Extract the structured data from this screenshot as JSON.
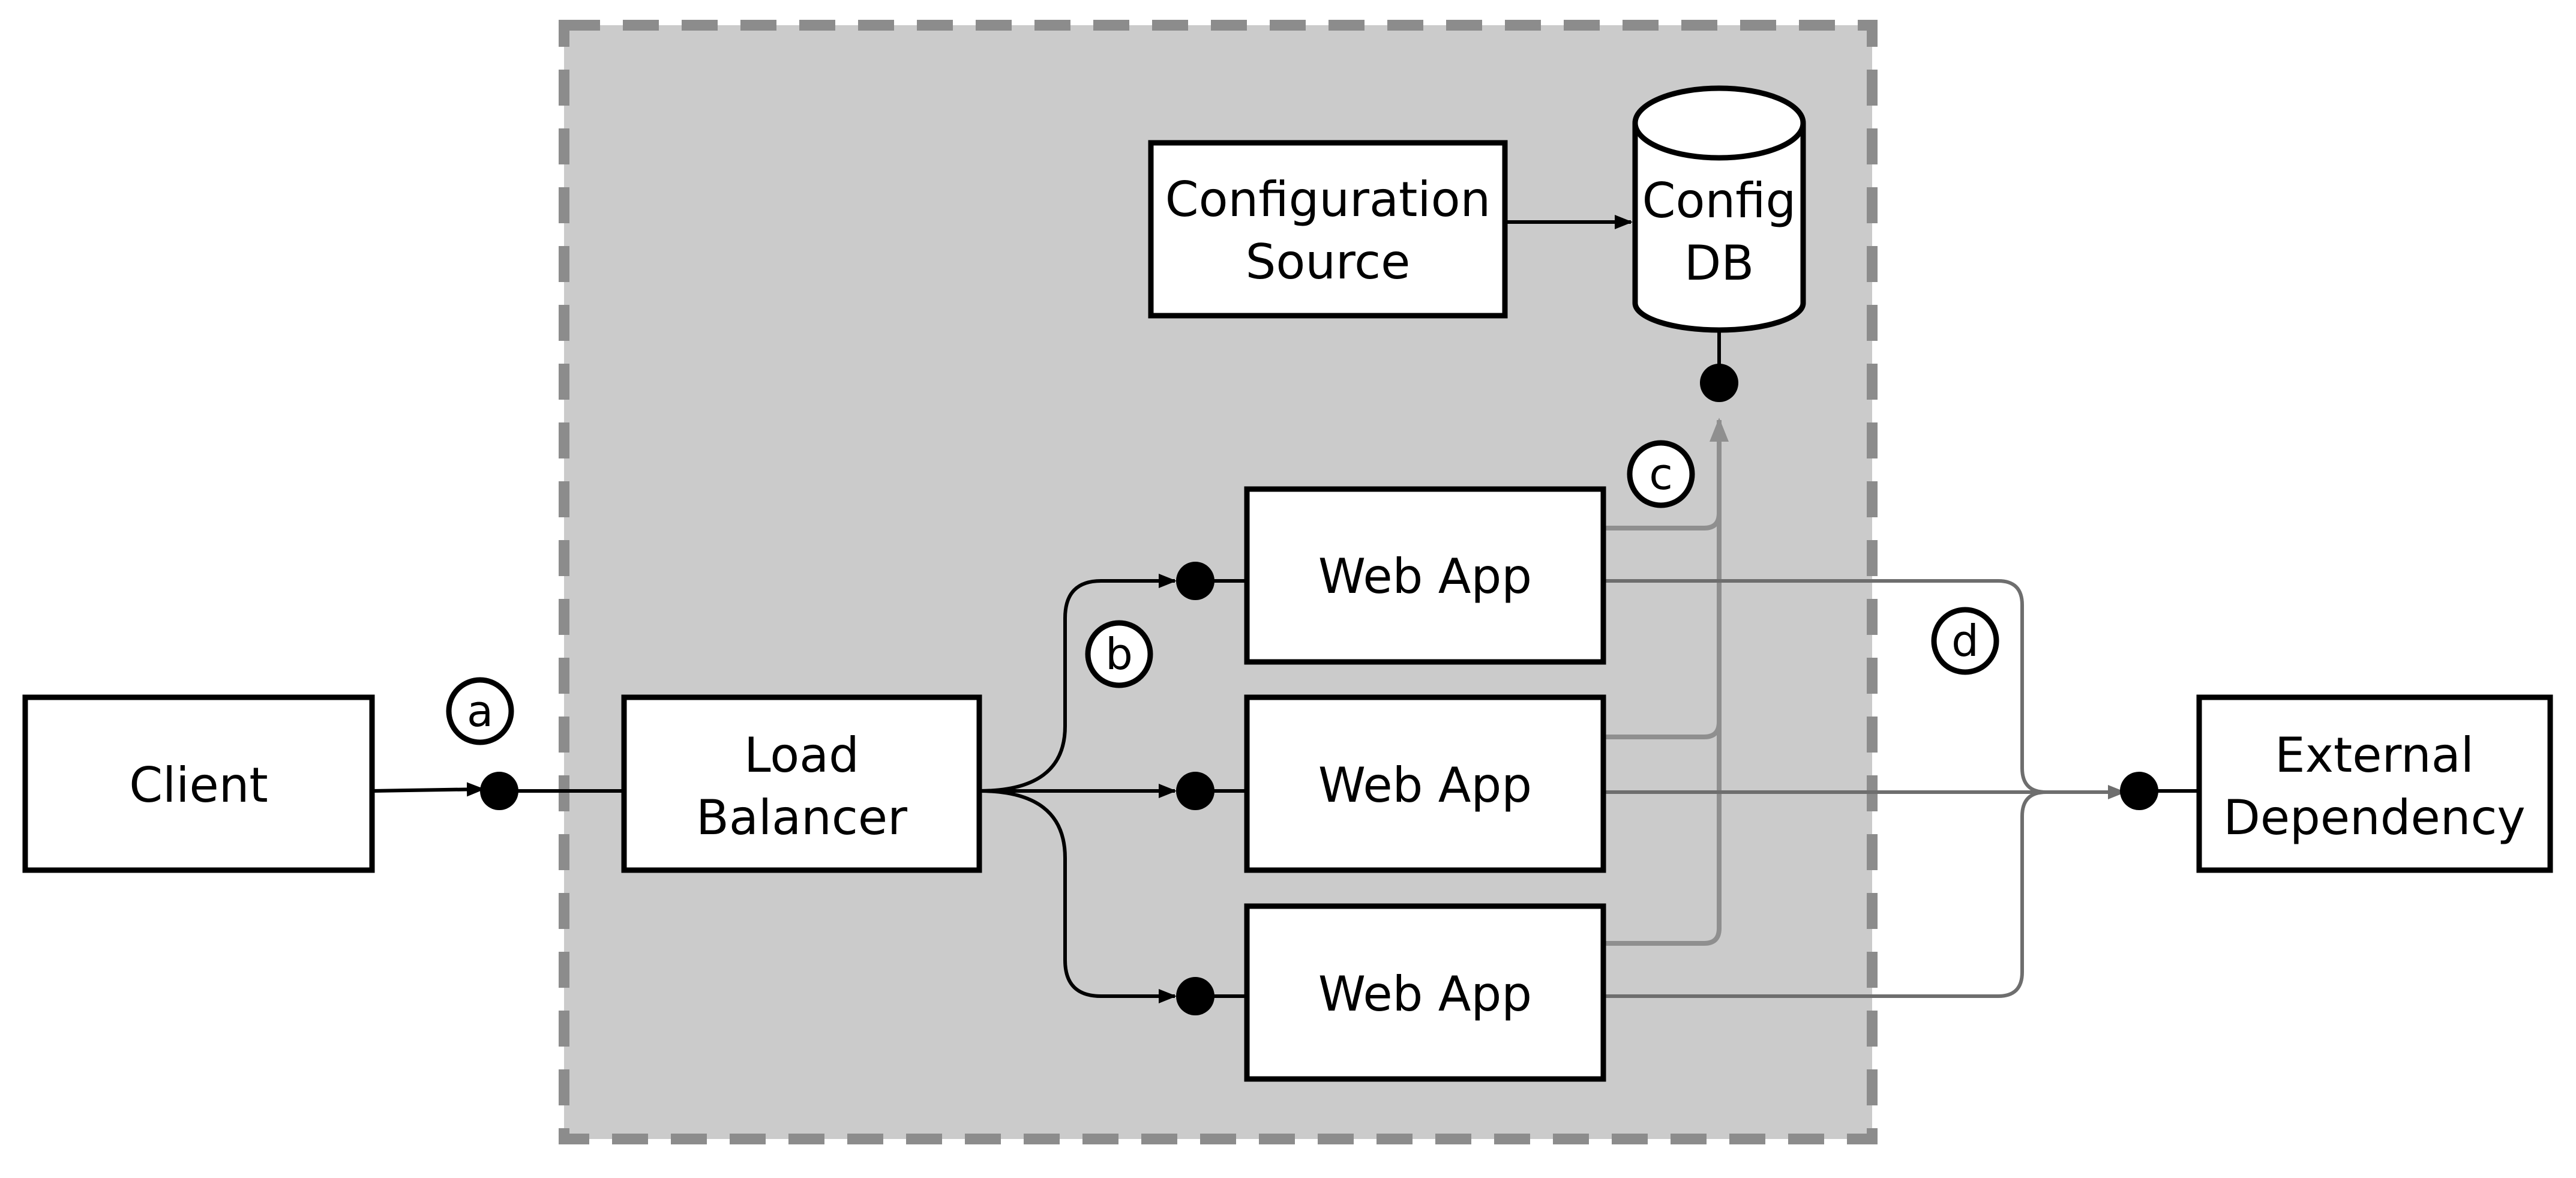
{
  "nodes": {
    "client": {
      "lines": [
        "Client"
      ]
    },
    "load_balancer": {
      "lines": [
        "Load",
        "Balancer"
      ]
    },
    "config_source": {
      "lines": [
        "Configuration",
        "Source"
      ]
    },
    "config_db": {
      "lines": [
        "Config",
        "DB"
      ]
    },
    "web_app_1": {
      "lines": [
        "Web App"
      ]
    },
    "web_app_2": {
      "lines": [
        "Web App"
      ]
    },
    "web_app_3": {
      "lines": [
        "Web App"
      ]
    },
    "external_dependency": {
      "lines": [
        "External",
        "Dependency"
      ]
    }
  },
  "markers": {
    "a": "a",
    "b": "b",
    "c": "c",
    "d": "d"
  },
  "colors": {
    "boundary_fill": "#cbcbcb",
    "boundary_stroke": "#8c8c8c",
    "primary_line": "#000000",
    "config_line": "#8f8f8f",
    "dependency_line": "#6e6e6e"
  }
}
